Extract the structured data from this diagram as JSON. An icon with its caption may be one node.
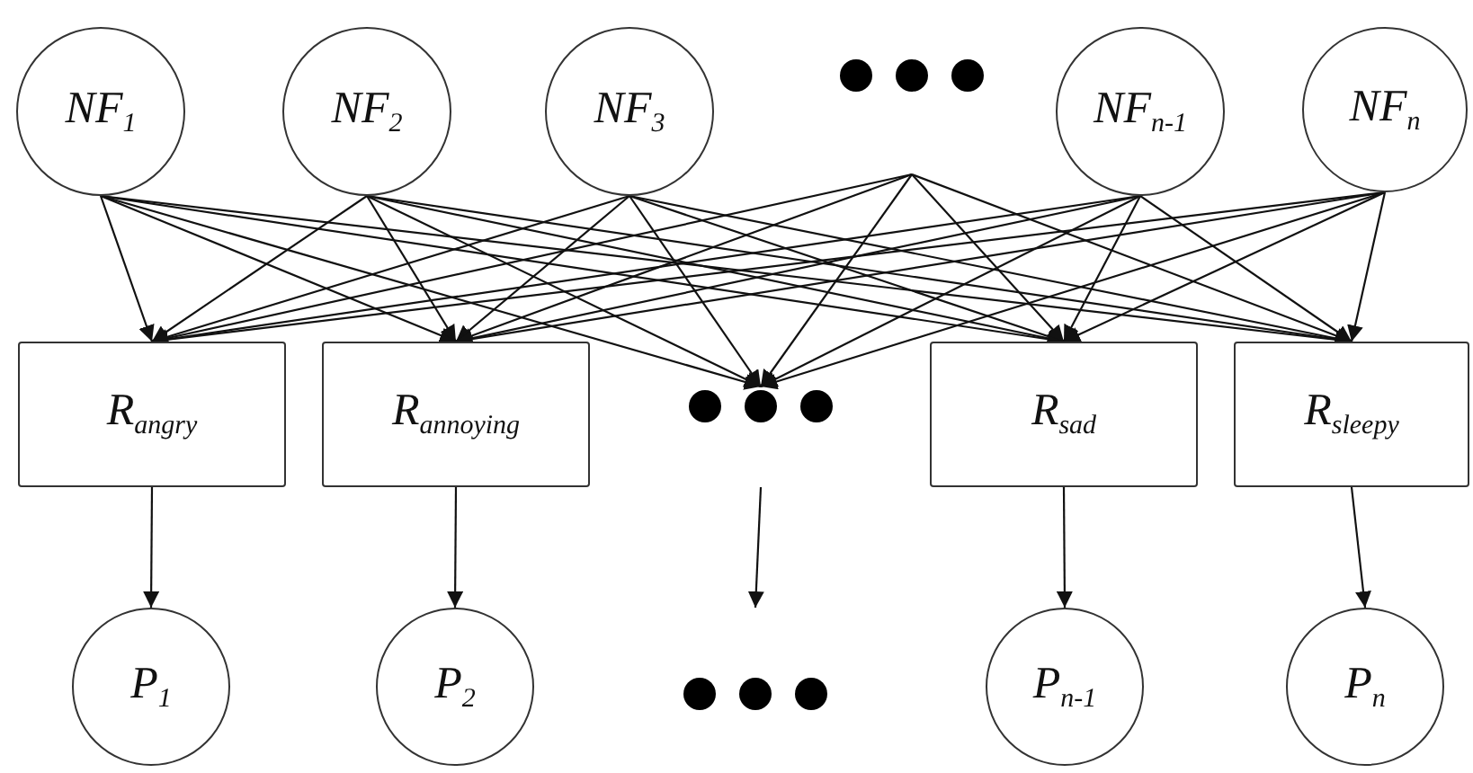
{
  "diagram": {
    "nodes": [
      {
        "text": [
          "NF$_{1}$"
        ]
      },
      {
        "text": [
          "NF$_{2}$"
        ]
      },
      {
        "text": [
          "NF$_{3}$"
        ]
      },
      {
        "text": [],
        "shape": "dots"
      },
      {
        "text": [
          "NF$_{n-1}$"
        ]
      },
      {
        "text": [
          "NF$_{n}$"
        ]
      },
      {
        "text": [
          "R$_{angry}$"
        ]
      },
      {
        "text": [
          "R$_{annoying}$"
        ]
      },
      {
        "text": [],
        "shape": "dots"
      },
      {
        "text": [
          "R$_{sad}$"
        ]
      },
      {
        "text": [
          "R$_{sleepy}$"
        ]
      },
      {
        "text": [
          "P$_{1}$"
        ]
      },
      {
        "text": [
          "P$_{2}$"
        ]
      },
      {
        "text": [],
        "shape": "dots"
      },
      {
        "text": [
          "P$_{n-1}$"
        ]
      },
      {
        "text": [
          "P$_{n}$"
        ]
      }
    ],
    "edges": [
      {
        "from": 0,
        "to": 6,
        "arrow": "to"
      },
      {
        "from": 0,
        "to": 7,
        "arrow": "to"
      },
      {
        "from": 0,
        "to": 8,
        "arrow": "to"
      },
      {
        "from": 0,
        "to": 9,
        "arrow": "to"
      },
      {
        "from": 0,
        "to": 10,
        "arrow": "to"
      },
      {
        "from": 1,
        "to": 6,
        "arrow": "to"
      },
      {
        "from": 1,
        "to": 7,
        "arrow": "to"
      },
      {
        "from": 1,
        "to": 8,
        "arrow": "to"
      },
      {
        "from": 1,
        "to": 9,
        "arrow": "to"
      },
      {
        "from": 1,
        "to": 10,
        "arrow": "to"
      },
      {
        "from": 2,
        "to": 6,
        "arrow": "to"
      },
      {
        "from": 2,
        "to": 7,
        "arrow": "to"
      },
      {
        "from": 2,
        "to": 8,
        "arrow": "to"
      },
      {
        "from": 2,
        "to": 9,
        "arrow": "to"
      },
      {
        "from": 2,
        "to": 10,
        "arrow": "to"
      },
      {
        "from": 3,
        "to": 6,
        "arrow": "to"
      },
      {
        "from": 3,
        "to": 7,
        "arrow": "to"
      },
      {
        "from": 3,
        "to": 8,
        "arrow": "to"
      },
      {
        "from": 3,
        "to": 9,
        "arrow": "to"
      },
      {
        "from": 3,
        "to": 10,
        "arrow": "to"
      },
      {
        "from": 4,
        "to": 6,
        "arrow": "to"
      },
      {
        "from": 4,
        "to": 7,
        "arrow": "to"
      },
      {
        "from": 4,
        "to": 8,
        "arrow": "to"
      },
      {
        "from": 4,
        "to": 9,
        "arrow": "to"
      },
      {
        "from": 4,
        "to": 10,
        "arrow": "to"
      },
      {
        "from": 5,
        "to": 6,
        "arrow": "to"
      },
      {
        "from": 5,
        "to": 7,
        "arrow": "to"
      },
      {
        "from": 5,
        "to": 8,
        "arrow": "to"
      },
      {
        "from": 5,
        "to": 9,
        "arrow": "to"
      },
      {
        "from": 5,
        "to": 10,
        "arrow": "to"
      },
      {
        "from": 6,
        "to": 11,
        "arrow": "to"
      },
      {
        "from": 7,
        "to": 12,
        "arrow": "to"
      },
      {
        "from": 8,
        "to": 13,
        "arrow": "to"
      },
      {
        "from": 9,
        "to": 14,
        "arrow": "to"
      },
      {
        "from": 10,
        "to": 15,
        "arrow": "to"
      }
    ]
  }
}
